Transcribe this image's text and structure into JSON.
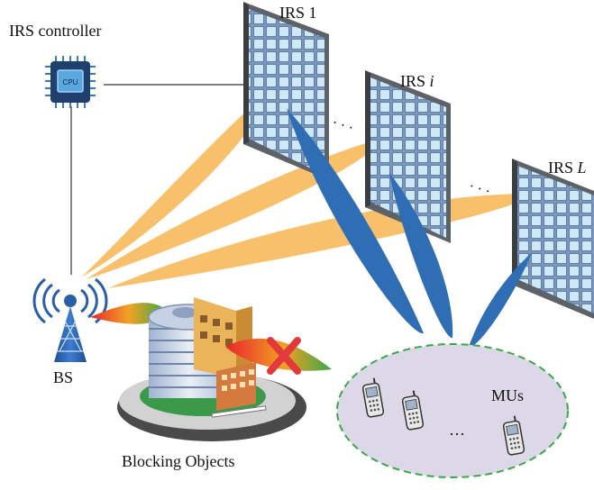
{
  "labels": {
    "controller": "IRS controller",
    "bs": "BS",
    "blocking": "Blocking Objects",
    "mus": "MUs",
    "irs1_prefix": "IRS 1",
    "irsi_prefix": "IRS ",
    "irsi_sub": "i",
    "irsL_prefix": "IRS ",
    "irsL_sub": "L",
    "dots_irs_1": "· · ·",
    "dots_irs_2": "· · ·",
    "dots_mus": "···",
    "cpu_chip_text": "CPU"
  },
  "colors": {
    "beam_incident": "#f9c06c",
    "beam_reflect": "#2f6db5",
    "irs_frame": "#555a60",
    "irs_cell": "#bfe0f2",
    "irs_cell_border": "#5a7ea8",
    "mu_region": "#dcd8e8",
    "mu_region_border": "#3aa84a",
    "block_cross": "#e23a3a",
    "tower": "#2a5ea8",
    "building_main": "#c9d6e8",
    "ground_green": "#3b9a4a"
  },
  "icons": {
    "controller": "cpu-chip-icon",
    "bs": "antenna-tower-icon",
    "mu": "mobile-phone-icon",
    "block": "cross-icon"
  }
}
